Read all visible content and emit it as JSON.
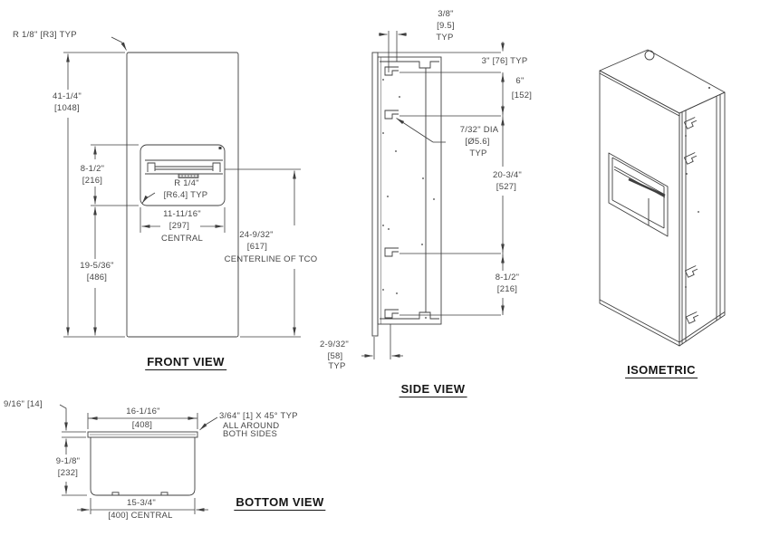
{
  "colors": {
    "line": "#3f3f3f",
    "dim_text": "#474747",
    "label_text": "#151515",
    "background": "#ffffff"
  },
  "front_view": {
    "label": "FRONT VIEW",
    "corner_radius_note": "R 1/8\" [R3] TYP",
    "overall_height": {
      "in": "41-1/4\"",
      "mm": "[1048]"
    },
    "opening_height": {
      "in": "8-1/2\"",
      "mm": "[216]"
    },
    "opening_radius": {
      "in": "R 1/4\"",
      "mm": "[R6.4] TYP"
    },
    "opening_width": {
      "in": "11-11/16\"",
      "mm": "[297]",
      "note": "CENTRAL"
    },
    "lower_height": {
      "in": "19-5/36\"",
      "mm": "[486]"
    },
    "tco_centerline": {
      "in": "24-9/32\"",
      "mm": "[617]",
      "note": "CENTERLINE OF TCO"
    }
  },
  "side_view": {
    "label": "SIDE VIEW",
    "flange_offset": {
      "in": "3/8\"",
      "mm": "[9.5]",
      "note": "TYP"
    },
    "top_offset": "3\" [76] TYP",
    "hole_spacing": {
      "in": "6\"",
      "mm": "[152]"
    },
    "hole_diameter": {
      "in": "7/32\" DIA",
      "mm": "[Ø5.6]",
      "note": "TYP"
    },
    "bracket_spacing": {
      "in": "20-3/4\"",
      "mm": "[527]"
    },
    "lower_bracket_spacing": {
      "in": "8-1/2\"",
      "mm": "[216]"
    },
    "depth_offset": {
      "in": "2-9/32\"",
      "mm": "[58]",
      "note": "TYP"
    }
  },
  "bottom_view": {
    "label": "BOTTOM VIEW",
    "lip": "9/16\" [14]",
    "outer_width": {
      "in": "16-1/16\"",
      "mm": "[408]"
    },
    "chamfer": {
      "line1": "3/64\" [1] X 45° TYP",
      "line2": "ALL AROUND",
      "line3": "BOTH SIDES"
    },
    "depth": {
      "in": "9-1/8\"",
      "mm": "[232]"
    },
    "inner_width": {
      "in": "15-3/4\"",
      "mm": "[400] CENTRAL"
    }
  },
  "isometric_view": {
    "label": "ISOMETRIC"
  }
}
